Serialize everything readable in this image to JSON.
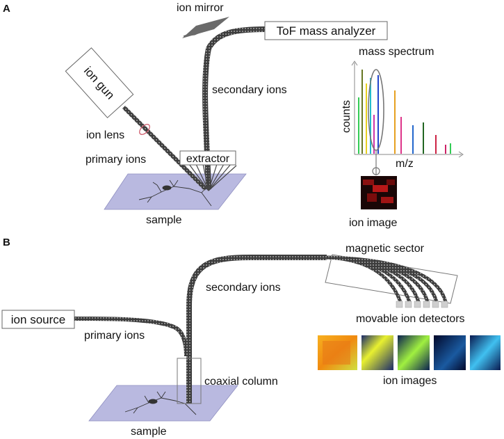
{
  "panel_a": {
    "letter": "A",
    "ion_mirror": "ion mirror",
    "tof_analyzer": "ToF mass analyzer",
    "mass_spectrum": "mass spectrum",
    "ion_gun": "ion gun",
    "secondary_ions": "secondary ions",
    "counts": "counts",
    "ion_lens": "ion lens",
    "primary_ions": "primary ions",
    "extractor": "extractor",
    "mz": "m/z",
    "sample": "sample",
    "ion_image": "ion image"
  },
  "panel_b": {
    "letter": "B",
    "magnetic_sector": "magnetic sector",
    "secondary_ions": "secondary ions",
    "ion_source": "ion source",
    "movable_detectors": "movable ion detectors",
    "primary_ions": "primary ions",
    "coaxial_column": "coaxial column",
    "ion_images": "ion images",
    "sample": "sample"
  },
  "colors": {
    "sample_plane": "#b9b9e0",
    "beam": "#555555",
    "spectrum_peaks": [
      "#33cc55",
      "#667722",
      "#e6d020",
      "#22bbcc",
      "#cc33aa",
      "#2244cc",
      "#e6a020",
      "#dd3388",
      "#2266cc",
      "#226622",
      "#cc2244",
      "#cc2266"
    ]
  }
}
